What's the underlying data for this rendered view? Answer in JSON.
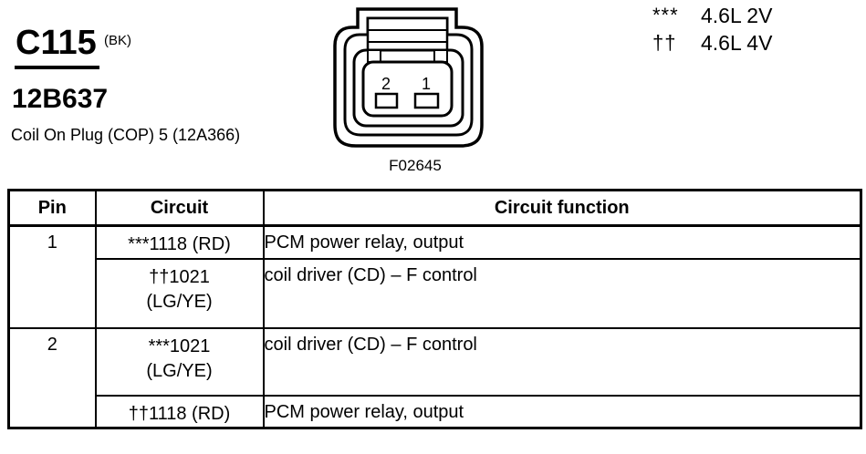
{
  "header": {
    "connector_id": "C115",
    "color_code": "(BK)",
    "part_number": "12B637",
    "description": "Coil On Plug (COP) 5 (12A366)"
  },
  "legend": {
    "items": [
      {
        "symbol": "***",
        "label": "4.6L 2V"
      },
      {
        "symbol": "††",
        "label": "4.6L 4V"
      }
    ]
  },
  "diagram": {
    "figure_id": "F02645",
    "pin_labels": [
      "2",
      "1"
    ]
  },
  "table": {
    "columns": [
      "Pin",
      "Circuit",
      "Circuit function"
    ],
    "rows": [
      {
        "pin": "1",
        "circuit": "***1118 (RD)",
        "function": "PCM power relay, output"
      },
      {
        "circuit": "††1021\n(LG/YE)",
        "function": "coil driver (CD) – F control"
      },
      {
        "pin": "2",
        "circuit": "***1021\n(LG/YE)",
        "function": "coil driver (CD) – F control"
      },
      {
        "circuit": "††1118 (RD)",
        "function": "PCM power relay, output"
      }
    ]
  },
  "colors": {
    "ink": "#000000",
    "paper": "#ffffff"
  }
}
